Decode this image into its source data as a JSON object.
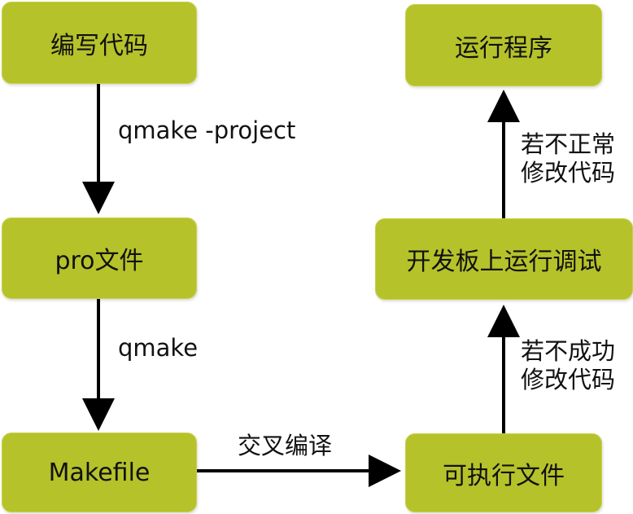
{
  "nodes": {
    "write_code": "编写代码",
    "pro_file": "pro文件",
    "makefile": "Makefile",
    "run_program": "运行程序",
    "board_debug": "开发板上运行调试",
    "executable": "可执行文件"
  },
  "edges": {
    "qmake_project": "qmake -project",
    "qmake": "qmake",
    "cross_compile": "交叉编译",
    "if_fail_line1": "若不成功",
    "if_fail_line2": "修改代码",
    "if_abnormal_line1": "若不正常",
    "if_abnormal_line2": "修改代码"
  },
  "colors": {
    "box_fill": "#b5c22a",
    "arrow": "#000000"
  }
}
